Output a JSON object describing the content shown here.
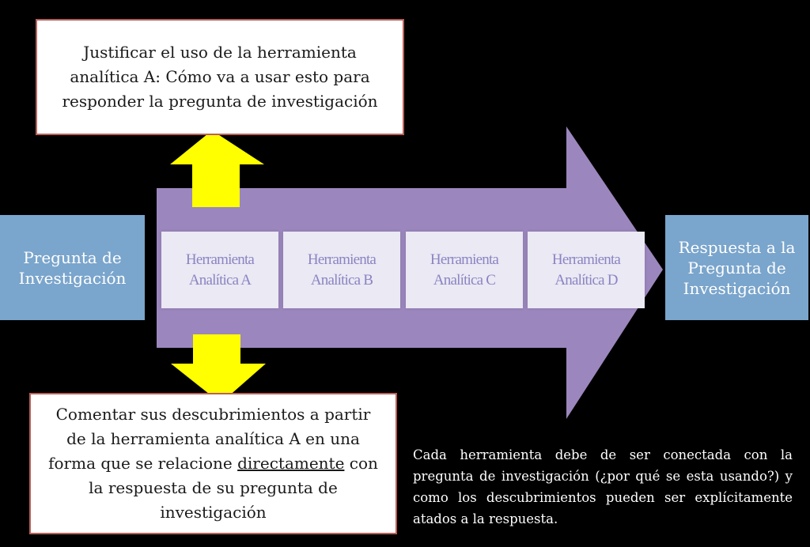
{
  "question": "Pregunta de Investigación",
  "answer": "Respuesta a la Pregunta de Investigación",
  "tools": [
    {
      "line1": "Herramienta",
      "line2": "Analítica A"
    },
    {
      "line1": "Herramienta",
      "line2": "Analítica B"
    },
    {
      "line1": "Herramienta",
      "line2": "Analítica C"
    },
    {
      "line1": "Herramienta",
      "line2": "Analítica D"
    }
  ],
  "justify_note": {
    "line1": "Justificar el uso de la herramienta",
    "line2": "analítica A: Cómo va a usar esto para",
    "line3": "responder la pregunta de investigación"
  },
  "comment_note": {
    "line1": "Comentar sus descubrimientos a partir",
    "line2": "de la herramienta analítica A en una",
    "line3_before": "forma que se relacione ",
    "line3_underlined": "directamente",
    "line3_after": " con",
    "line4": "la respuesta de su pregunta de",
    "line5": "investigación"
  },
  "footnote": "Cada herramienta debe de ser conectada con la pregunta de investigación (¿por qué se esta usando?) y  como los descubrimientos pueden ser explícitamente atados a la respuesta.",
  "colors": {
    "background": "#000000",
    "big_arrow": "#9b87bd",
    "small_arrows": "#ffff00",
    "side_boxes": "#7aa5cc",
    "tool_boxes": "#eae9f4",
    "tool_text": "#8b84c2",
    "note_border": "#b8605a"
  }
}
